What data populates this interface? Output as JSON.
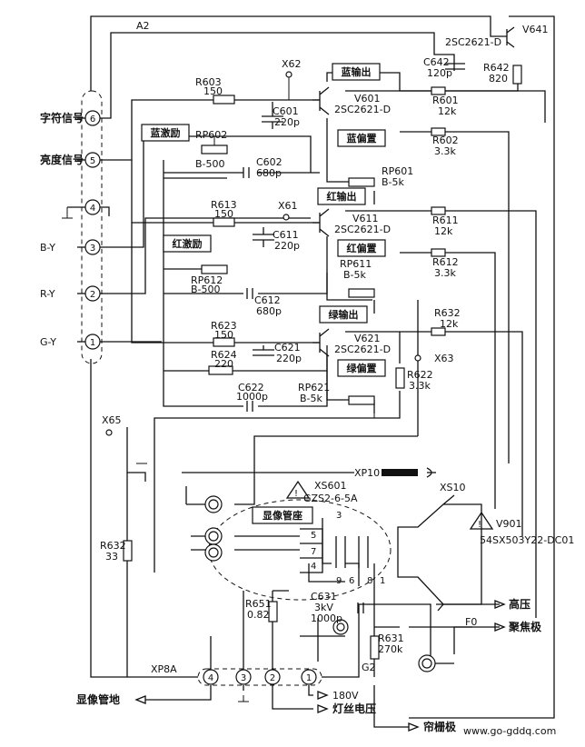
{
  "diagram": {
    "wire_labels": {
      "a2": "A2",
      "g2": "G2",
      "f0": "F0"
    },
    "connector_pins": {
      "p6": "6",
      "p5": "5",
      "p4": "4",
      "p3": "3",
      "p2": "2",
      "p1": "1"
    },
    "input_labels": {
      "char_signal": "字符信号",
      "brightness_signal": "亮度信号",
      "by": "B-Y",
      "ry": "R-Y",
      "gy": "G-Y"
    },
    "boxed_labels": {
      "blue_drive": "蓝激励",
      "blue_out": "蓝输出",
      "blue_bias": "蓝偏置",
      "red_out": "红输出",
      "red_drive": "红激励",
      "red_bias": "红偏置",
      "green_out": "绿输出",
      "green_bias": "绿偏置",
      "crt_socket": "显像管座"
    },
    "components": {
      "v641": {
        "ref": "V641",
        "type": "2SC2621-D"
      },
      "c642": {
        "ref": "C642",
        "value": "120p"
      },
      "r642": {
        "ref": "R642",
        "value": "820"
      },
      "x62": "X62",
      "r603": {
        "ref": "R603",
        "value": "150"
      },
      "c601": {
        "ref": "C601",
        "value": "220p"
      },
      "v601": {
        "ref": "V601",
        "type": "2SC2621-D"
      },
      "r601": {
        "ref": "R601",
        "value": "12k"
      },
      "rp602": {
        "ref": "RP602",
        "value": "B-500"
      },
      "c602": {
        "ref": "C602",
        "value": "680p"
      },
      "r602": {
        "ref": "R602",
        "value": "3.3k"
      },
      "rp601": {
        "ref": "RP601",
        "value": "B-5k"
      },
      "r613": {
        "ref": "R613",
        "value": "150"
      },
      "x61": "X61",
      "v611": {
        "ref": "V611",
        "type": "2SC2621-D"
      },
      "r611": {
        "ref": "R611",
        "value": "12k"
      },
      "c611": {
        "ref": "C611",
        "value": "220p"
      },
      "rp612": {
        "ref": "RP612",
        "value": "B-500"
      },
      "r612": {
        "ref": "R612",
        "value": "3.3k"
      },
      "rp611": {
        "ref": "RP611",
        "value": "B-5k"
      },
      "c612": {
        "ref": "C612",
        "value": "680p"
      },
      "r632": {
        "ref": "R632",
        "value": "12k"
      },
      "r623": {
        "ref": "R623",
        "value": "150"
      },
      "v621": {
        "ref": "V621",
        "type": "2SC2621-D"
      },
      "c621": {
        "ref": "C621",
        "value": "220p"
      },
      "r624": {
        "ref": "R624",
        "value": "220"
      },
      "x63": "X63",
      "r622": {
        "ref": "R622",
        "value": "3.3k"
      },
      "c622": {
        "ref": "C622",
        "value": "1000p"
      },
      "rp621": {
        "ref": "RP621",
        "value": "B-5k"
      },
      "x65": "X65",
      "xp10": "XP10",
      "xs10": "XS10",
      "xs601": {
        "ref": "XS601",
        "type": "GZS2-6-5A"
      },
      "v901": {
        "ref": "V901",
        "type": "54SX503Y22-DC01"
      },
      "r632b": {
        "ref": "R632",
        "value": "33"
      },
      "r651": {
        "ref": "R651",
        "value": "0.82"
      },
      "c631": {
        "ref": "C631",
        "value": "3kV",
        "value2": "1000p"
      },
      "r631": {
        "ref": "R631",
        "value": "270k"
      },
      "xp8a": "XP8A"
    },
    "crt_pins": {
      "p3": "3",
      "p5": "5",
      "p7": "7",
      "p4": "4",
      "p9": "9",
      "p6": "6",
      "p8": "8",
      "p1": "1"
    },
    "bottom_pins": {
      "p4": "4",
      "p3": "3",
      "p2": "2",
      "p1": "1"
    },
    "output_labels": {
      "hv": "高压",
      "focus": "聚焦极",
      "crt_ground": "显像管地",
      "v180": "180V",
      "heater": "灯丝电压",
      "screen": "帘栅极"
    },
    "warning_symbol": "!",
    "watermark": "www.go-gddq.com"
  }
}
